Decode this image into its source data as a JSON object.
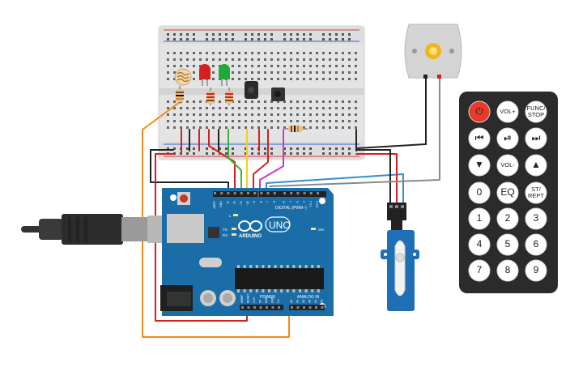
{
  "arduino": {
    "brand": "ARDUINO",
    "model": "UNO",
    "digital_label": "DIGITAL (PWM~)",
    "power_label": "POWER",
    "analog_label": "ANALOG IN",
    "on_label": "ON",
    "l_label": "L",
    "tx_label": "TX",
    "rx_label": "RX",
    "top_pins": [
      "AREF",
      "GND",
      "13",
      "12",
      "~11",
      "~10",
      "~9",
      "8",
      "7",
      "~6",
      "~5",
      "4",
      "~3",
      "2",
      "TX 1",
      "RX 0"
    ],
    "power_pins": [
      "IOREF",
      "RESET",
      "3.3V",
      "5V",
      "GND",
      "GND",
      "Vin"
    ],
    "analog_pins": [
      "A0",
      "A1",
      "A2",
      "A3",
      "A4",
      "A5"
    ]
  },
  "remote": {
    "buttons": [
      {
        "label": "⏻",
        "icon": "power-icon",
        "fill": "#e8392c",
        "text_color": "#ffffff"
      },
      {
        "label": "VOL+",
        "icon": "",
        "fill": "#ffffff",
        "text_color": "#222222"
      },
      {
        "label": "FUNC/\nSTOP",
        "icon": "",
        "fill": "#ffffff",
        "text_color": "#222222"
      },
      {
        "label": "⏮",
        "icon": "previous-icon",
        "fill": "#ffffff",
        "text_color": "#222222"
      },
      {
        "label": "⏯",
        "icon": "play-pause-icon",
        "fill": "#ffffff",
        "text_color": "#222222"
      },
      {
        "label": "⏭",
        "icon": "next-icon",
        "fill": "#ffffff",
        "text_color": "#222222"
      },
      {
        "label": "▼",
        "icon": "down-icon",
        "fill": "#ffffff",
        "text_color": "#222222"
      },
      {
        "label": "VOL-",
        "icon": "",
        "fill": "#ffffff",
        "text_color": "#222222"
      },
      {
        "label": "▲",
        "icon": "up-icon",
        "fill": "#ffffff",
        "text_color": "#222222"
      },
      {
        "label": "0",
        "icon": "",
        "fill": "#ffffff",
        "text_color": "#222222"
      },
      {
        "label": "EQ",
        "icon": "",
        "fill": "#ffffff",
        "text_color": "#222222"
      },
      {
        "label": "ST/\nREPT",
        "icon": "",
        "fill": "#ffffff",
        "text_color": "#222222"
      },
      {
        "label": "1",
        "icon": "",
        "fill": "#ffffff",
        "text_color": "#222222"
      },
      {
        "label": "2",
        "icon": "",
        "fill": "#ffffff",
        "text_color": "#222222"
      },
      {
        "label": "3",
        "icon": "",
        "fill": "#ffffff",
        "text_color": "#222222"
      },
      {
        "label": "4",
        "icon": "",
        "fill": "#ffffff",
        "text_color": "#222222"
      },
      {
        "label": "5",
        "icon": "",
        "fill": "#ffffff",
        "text_color": "#222222"
      },
      {
        "label": "6",
        "icon": "",
        "fill": "#ffffff",
        "text_color": "#222222"
      },
      {
        "label": "7",
        "icon": "",
        "fill": "#ffffff",
        "text_color": "#222222"
      },
      {
        "label": "8",
        "icon": "",
        "fill": "#ffffff",
        "text_color": "#222222"
      },
      {
        "label": "9",
        "icon": "",
        "fill": "#ffffff",
        "text_color": "#222222"
      }
    ]
  },
  "colors": {
    "arduino_board": "#1b6da8",
    "breadboard": "#e6e6e6",
    "remote_body": "#2b2b2b",
    "wire_red": "#d42020",
    "wire_black": "#222222",
    "wire_orange": "#f08b1e",
    "wire_green": "#3bb33b",
    "wire_yellow": "#f2d11c",
    "wire_magenta": "#c43bc4",
    "wire_blue": "#2f8fd1",
    "wire_gray": "#8a8a8a",
    "servo_body": "#1e6fb5"
  }
}
